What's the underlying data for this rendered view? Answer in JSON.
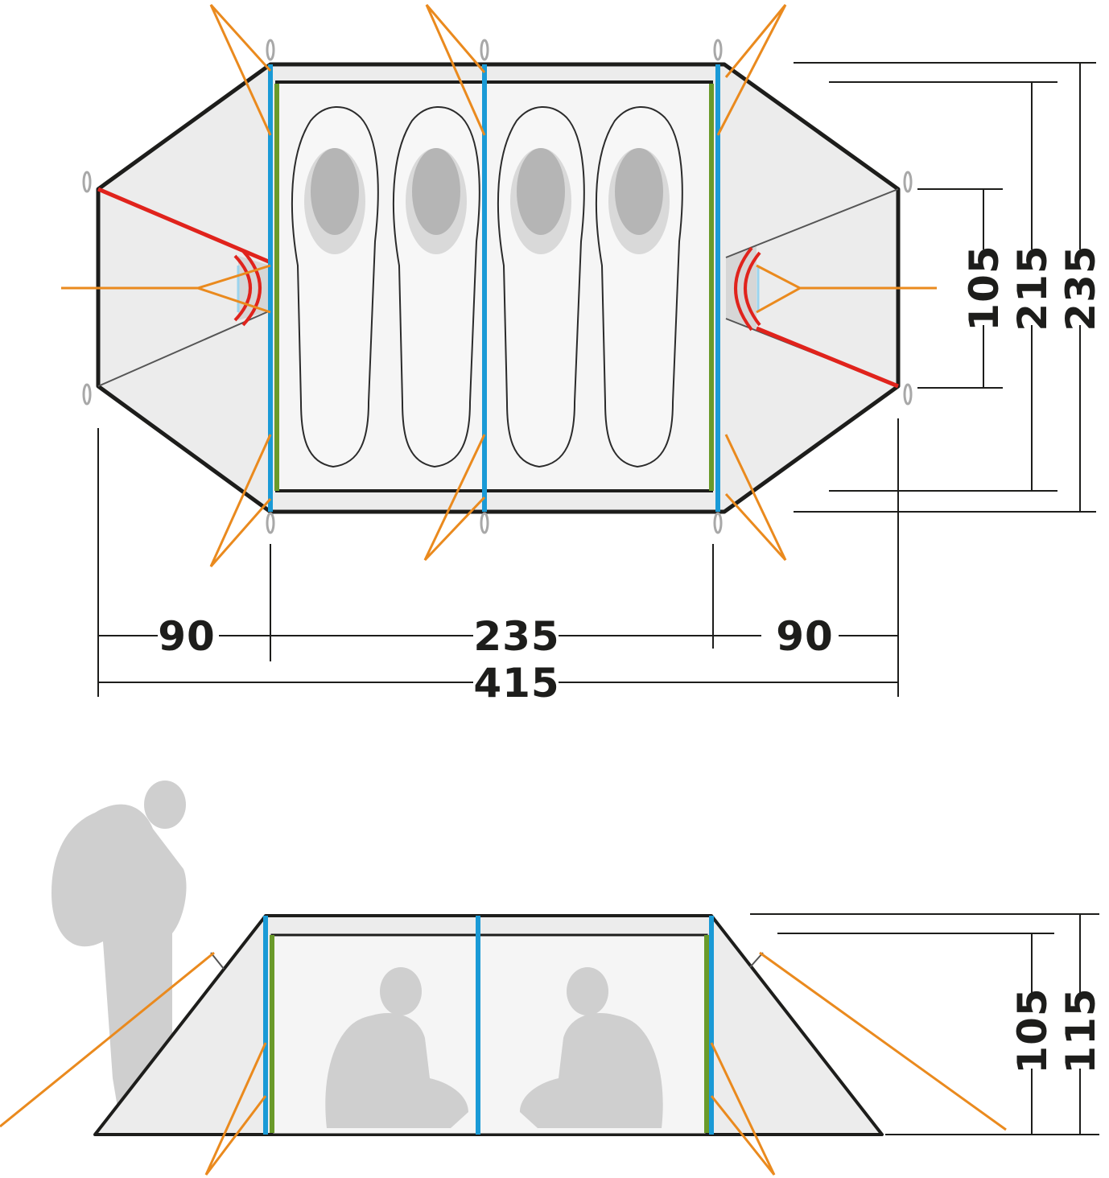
{
  "colors": {
    "fly": "#ececec",
    "inner": "#f5f5f5",
    "outline": "#1d1d1b",
    "pole_blue": "#1a9ad6",
    "pole_green": "#6a9a2a",
    "guyline": "#ea8a1e",
    "door_pole_red": "#e0231c",
    "sleeping_bag": "#d9d9d9",
    "silhouette": "#cfcfcf",
    "peg": "#a8a8a8"
  },
  "top_view": {
    "length_vestibule_left": "90",
    "length_inner": "235",
    "length_vestibule_right": "90",
    "length_total": "415",
    "width_door": "105",
    "width_inner": "215",
    "width_total": "235"
  },
  "side_view": {
    "height_inner": "105",
    "height_total": "115"
  },
  "icons": {
    "tent_top_view": "tent-floorplan-icon",
    "tent_side_view": "tent-side-profile-icon",
    "person_standing": "hiker-with-backpack-icon",
    "person_sitting": "sitting-person-icon"
  }
}
